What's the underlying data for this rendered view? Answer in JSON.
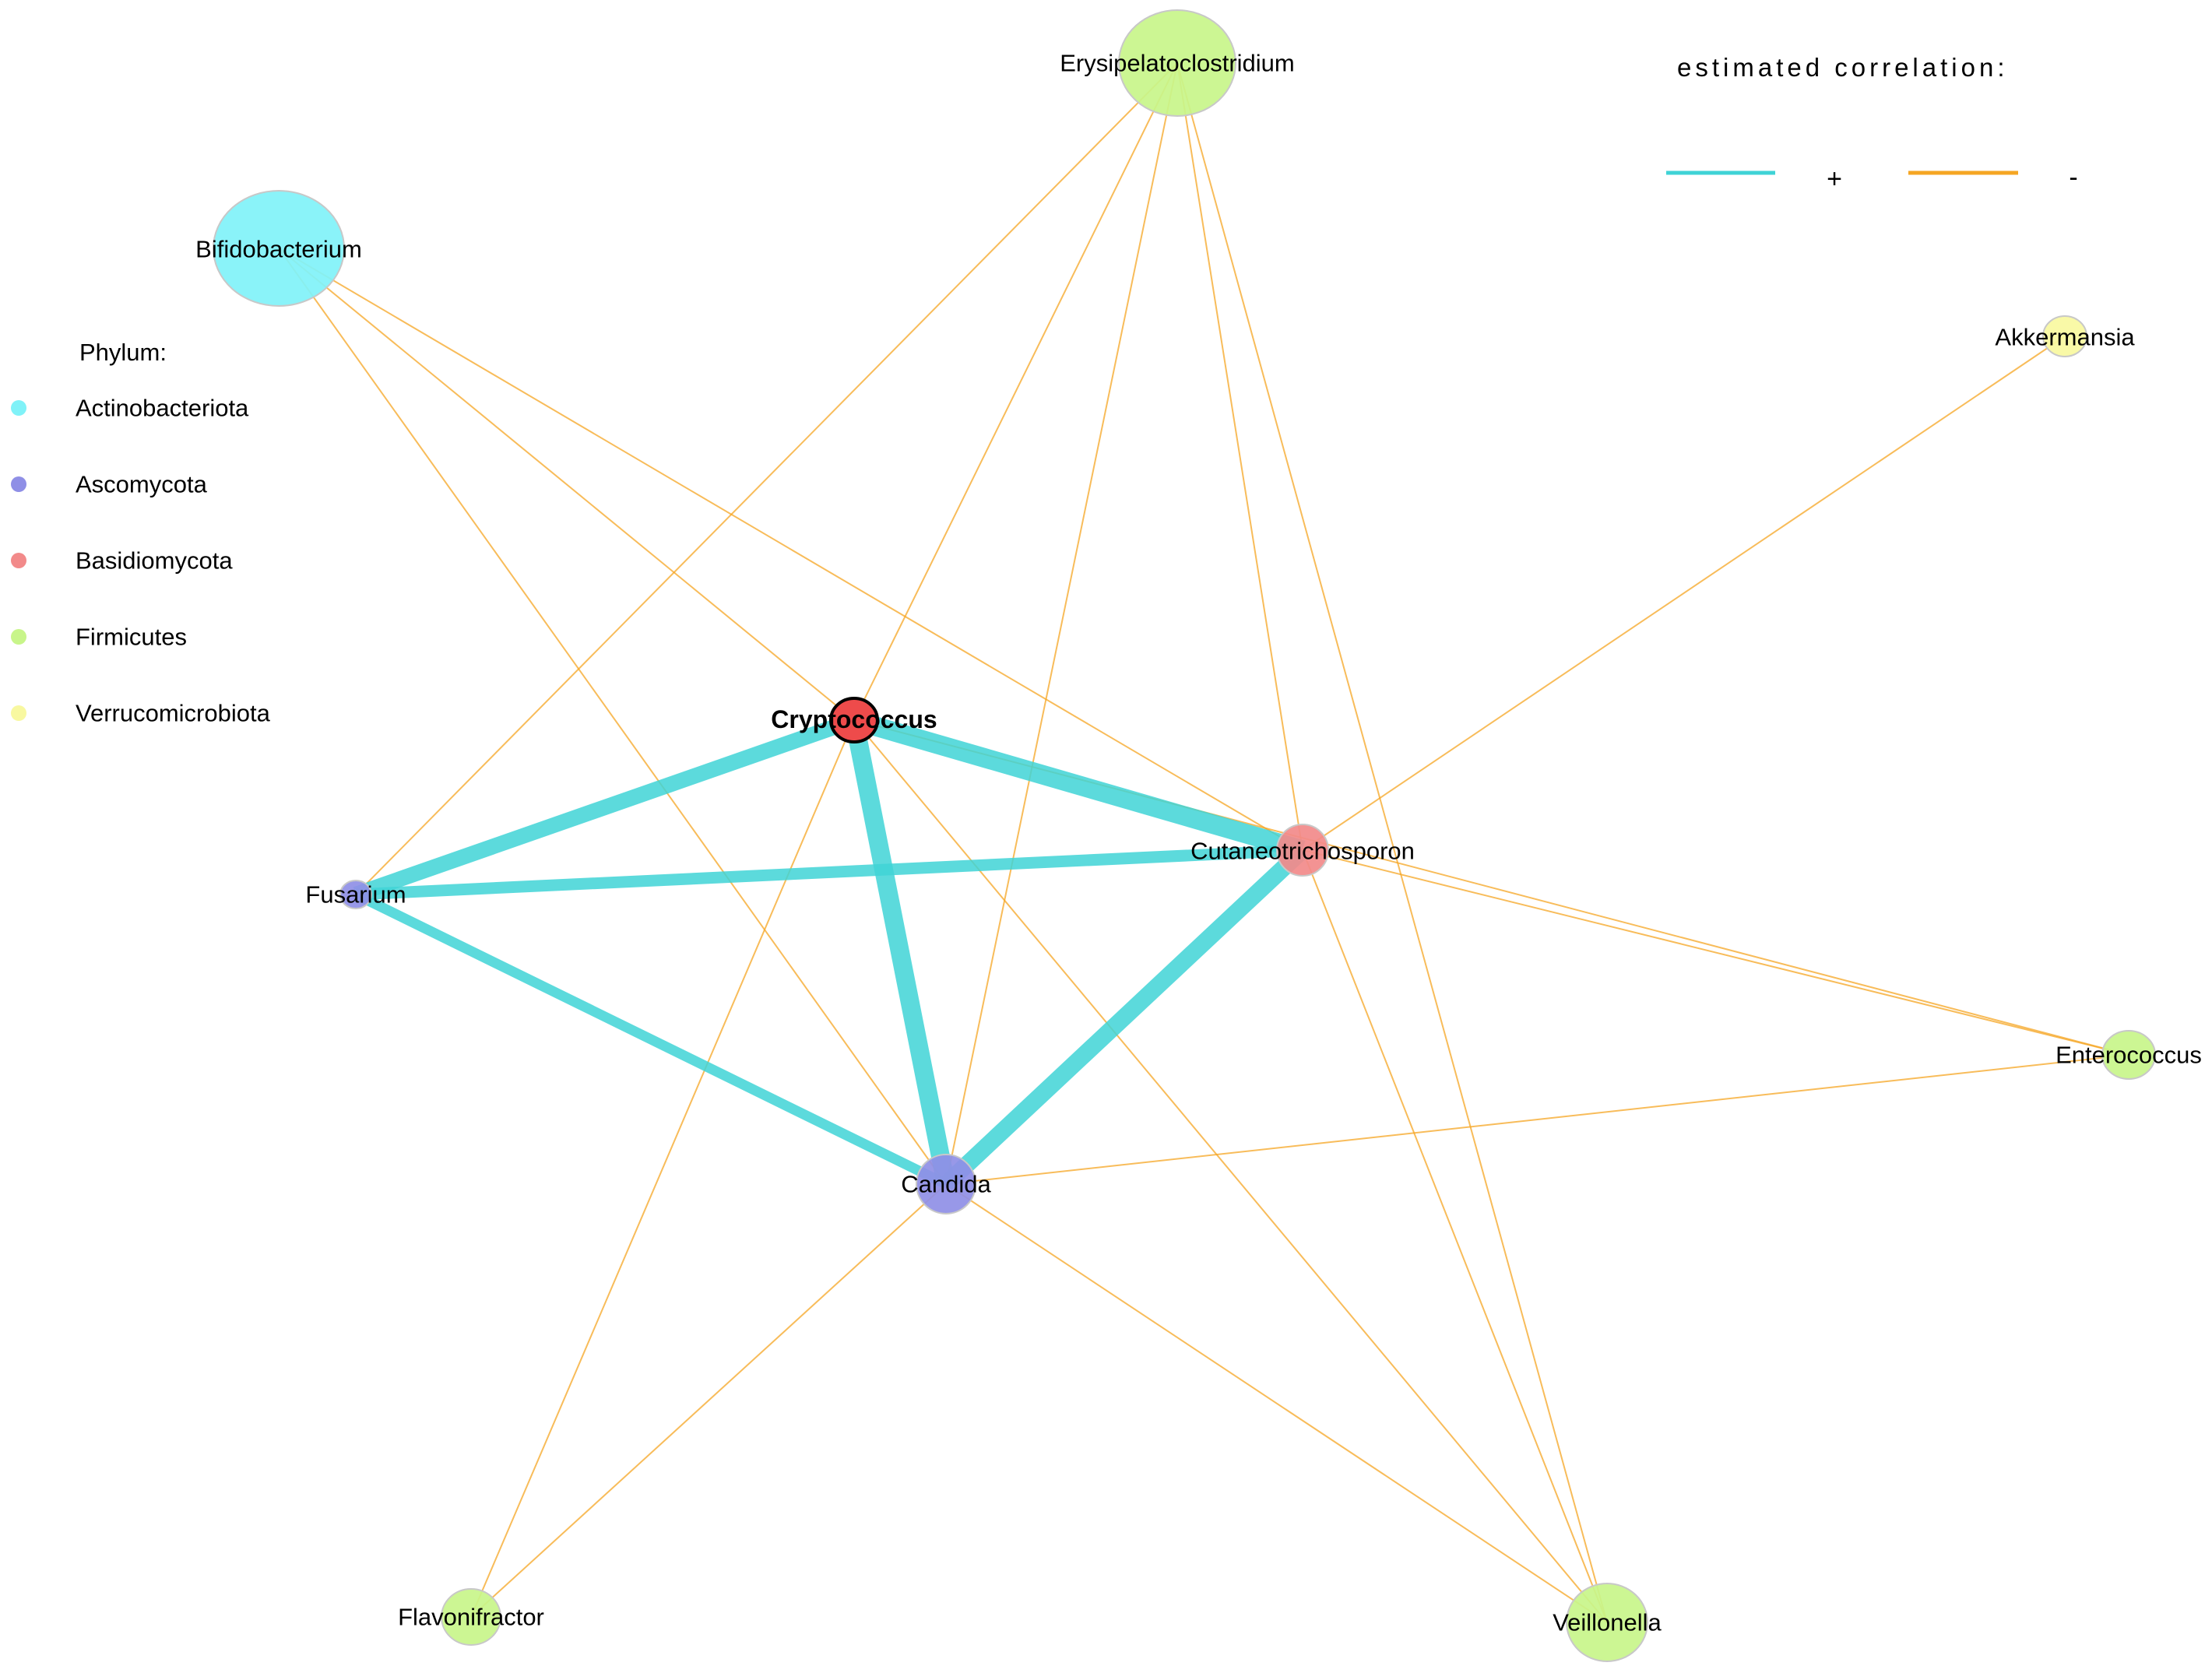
{
  "correlation_legend": {
    "title": "estimated correlation:",
    "positive_label": "+",
    "negative_label": "-",
    "positive_color": "#3fd3d6",
    "negative_color": "#f5a623"
  },
  "phylum_legend": {
    "title": "Phylum:",
    "items": [
      {
        "label": "Actinobacteriota",
        "color": "#80f2f8"
      },
      {
        "label": "Ascomycota",
        "color": "#8f8fe6"
      },
      {
        "label": "Basidiomycota",
        "color": "#f28a8a"
      },
      {
        "label": "Firmicutes",
        "color": "#c8f58a"
      },
      {
        "label": "Verrucomicrobiota",
        "color": "#f8f8a0"
      }
    ]
  },
  "nodes": [
    {
      "id": "erysipelatoclostridium",
      "label": "Erysipelatoclostridium",
      "phylum": "Firmicutes"
    },
    {
      "id": "bifidobacterium",
      "label": "Bifidobacterium",
      "phylum": "Actinobacteriota"
    },
    {
      "id": "akkermansia",
      "label": "Akkermansia",
      "phylum": "Verrucomicrobiota"
    },
    {
      "id": "cryptococcus",
      "label": "Cryptococcus",
      "phylum": "Basidiomycota",
      "highlight": true
    },
    {
      "id": "cutaneotrichosporon",
      "label": "Cutaneotrichosporon",
      "phylum": "Basidiomycota"
    },
    {
      "id": "fusarium",
      "label": "Fusarium",
      "phylum": "Ascomycota"
    },
    {
      "id": "enterococcus",
      "label": "Enterococcus",
      "phylum": "Firmicutes"
    },
    {
      "id": "candida",
      "label": "Candida",
      "phylum": "Ascomycota"
    },
    {
      "id": "flavonifractor",
      "label": "Flavonifractor",
      "phylum": "Firmicutes"
    },
    {
      "id": "veillonella",
      "label": "Veillonella",
      "phylum": "Firmicutes"
    }
  ],
  "edges": [
    {
      "source": "cryptococcus",
      "target": "cutaneotrichosporon",
      "sign": "+"
    },
    {
      "source": "cryptococcus",
      "target": "candida",
      "sign": "+"
    },
    {
      "source": "cryptococcus",
      "target": "fusarium",
      "sign": "+"
    },
    {
      "source": "cutaneotrichosporon",
      "target": "candida",
      "sign": "+"
    },
    {
      "source": "fusarium",
      "target": "cutaneotrichosporon",
      "sign": "+"
    },
    {
      "source": "fusarium",
      "target": "candida",
      "sign": "+"
    },
    {
      "source": "erysipelatoclostridium",
      "target": "fusarium",
      "sign": "-"
    },
    {
      "source": "erysipelatoclostridium",
      "target": "cryptococcus",
      "sign": "-"
    },
    {
      "source": "erysipelatoclostridium",
      "target": "candida",
      "sign": "-"
    },
    {
      "source": "erysipelatoclostridium",
      "target": "cutaneotrichosporon",
      "sign": "-"
    },
    {
      "source": "erysipelatoclostridium",
      "target": "veillonella",
      "sign": "-"
    },
    {
      "source": "bifidobacterium",
      "target": "cryptococcus",
      "sign": "-"
    },
    {
      "source": "bifidobacterium",
      "target": "candida",
      "sign": "-"
    },
    {
      "source": "bifidobacterium",
      "target": "cutaneotrichosporon",
      "sign": "-"
    },
    {
      "source": "akkermansia",
      "target": "cutaneotrichosporon",
      "sign": "-"
    },
    {
      "source": "cutaneotrichosporon",
      "target": "enterococcus",
      "sign": "-"
    },
    {
      "source": "cryptococcus",
      "target": "enterococcus",
      "sign": "-"
    },
    {
      "source": "candida",
      "target": "enterococcus",
      "sign": "-"
    },
    {
      "source": "cryptococcus",
      "target": "flavonifractor",
      "sign": "-"
    },
    {
      "source": "candida",
      "target": "flavonifractor",
      "sign": "-"
    },
    {
      "source": "cryptococcus",
      "target": "veillonella",
      "sign": "-"
    },
    {
      "source": "candida",
      "target": "veillonella",
      "sign": "-"
    },
    {
      "source": "cutaneotrichosporon",
      "target": "veillonella",
      "sign": "-"
    }
  ]
}
